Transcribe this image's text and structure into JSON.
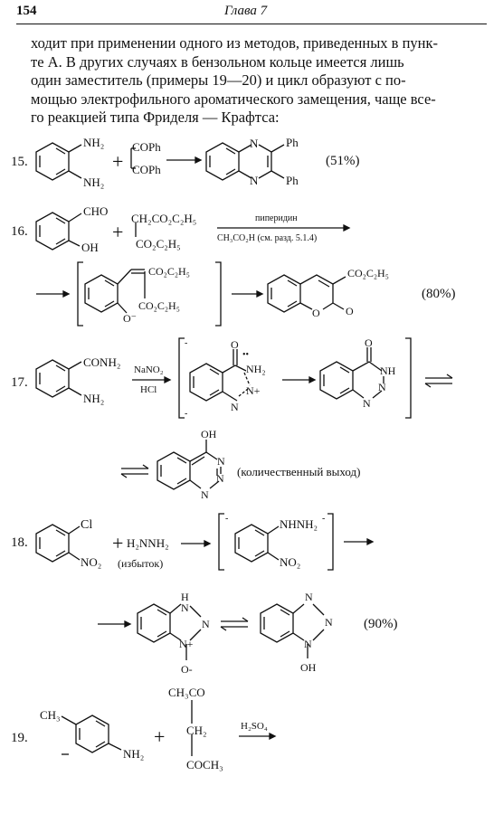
{
  "header": {
    "page_number": "154",
    "chapter": "Глава 7"
  },
  "body_text": [
    "ходит при применении одного из методов, приведенных в пунк-",
    "те А. В других случаях в бензольном кольце имеется лишь",
    "один заместитель (примеры 19—20) и цикл образуют с по-",
    "мощью электрофильного ароматического замещения, чаще все-",
    "го реакцией типа Фриделя — Крафтса:"
  ],
  "examples": [
    {
      "number": "15.",
      "labels": {
        "nh2_top": "NH₂",
        "nh2_bottom": "NH₂",
        "coph_top": "COPh",
        "coph_bottom": "COPh",
        "n_top": "N",
        "n_bottom": "N",
        "ph_top": "Ph",
        "ph_bottom": "Ph"
      },
      "yield": "(51%)"
    },
    {
      "number": "16.",
      "labels": {
        "cho": "CHO",
        "oh": "OH",
        "ch2co2et": "CH₂CO₂C₂H₅",
        "co2et": "CO₂C₂H₅",
        "ester_top": "CO₂C₂H₅",
        "ester_bottom": "CO₂C₂H₅",
        "o_minus": "O⁻",
        "coumarin_ester": "CO₂C₂H₅",
        "ring_o": "O",
        "carbonyl_o": "O"
      },
      "reagent_above": "пиперидин",
      "reagent_below": "CH₃CO₂H (см. разд. 5.1.4)",
      "yield": "(80%)"
    },
    {
      "number": "17.",
      "labels": {
        "conh2": "CONH₂",
        "nh2": "NH₂",
        "int_o": "O",
        "int_nh2": "NH₂",
        "n_left": "N",
        "n_plus": "N+",
        "prod_o": "O",
        "prod_nh": "NH",
        "prod_n1": "N",
        "prod_n2": "N",
        "taut_oh": "OH",
        "taut_n1": "N",
        "taut_n2": "N",
        "taut_n3": "N"
      },
      "reagent_above": "NaNO₂",
      "reagent_below": "HCl",
      "yield": "(количественный выход)"
    },
    {
      "number": "18.",
      "labels": {
        "cl": "Cl",
        "no2": "NO₂",
        "hydrazine": "H₂NNH₂",
        "excess": "(избыток)",
        "int_nhnh2": "NHNH₂",
        "int_no2": "NO₂",
        "h": "H",
        "n1": "N",
        "n2": "N",
        "n_plus": "N+",
        "o_minus": "O-",
        "pn1": "N",
        "pn2": "N",
        "pn3": "N",
        "oh": "OH"
      },
      "yield": "(90%)"
    },
    {
      "number": "19.",
      "labels": {
        "ch3": "CH₃",
        "nh2": "NH₂",
        "ch3co": "CH₃CO",
        "ch2": "CH₂",
        "coch3": "COCH₃"
      },
      "reagent_above": "H₂SO₄"
    }
  ]
}
